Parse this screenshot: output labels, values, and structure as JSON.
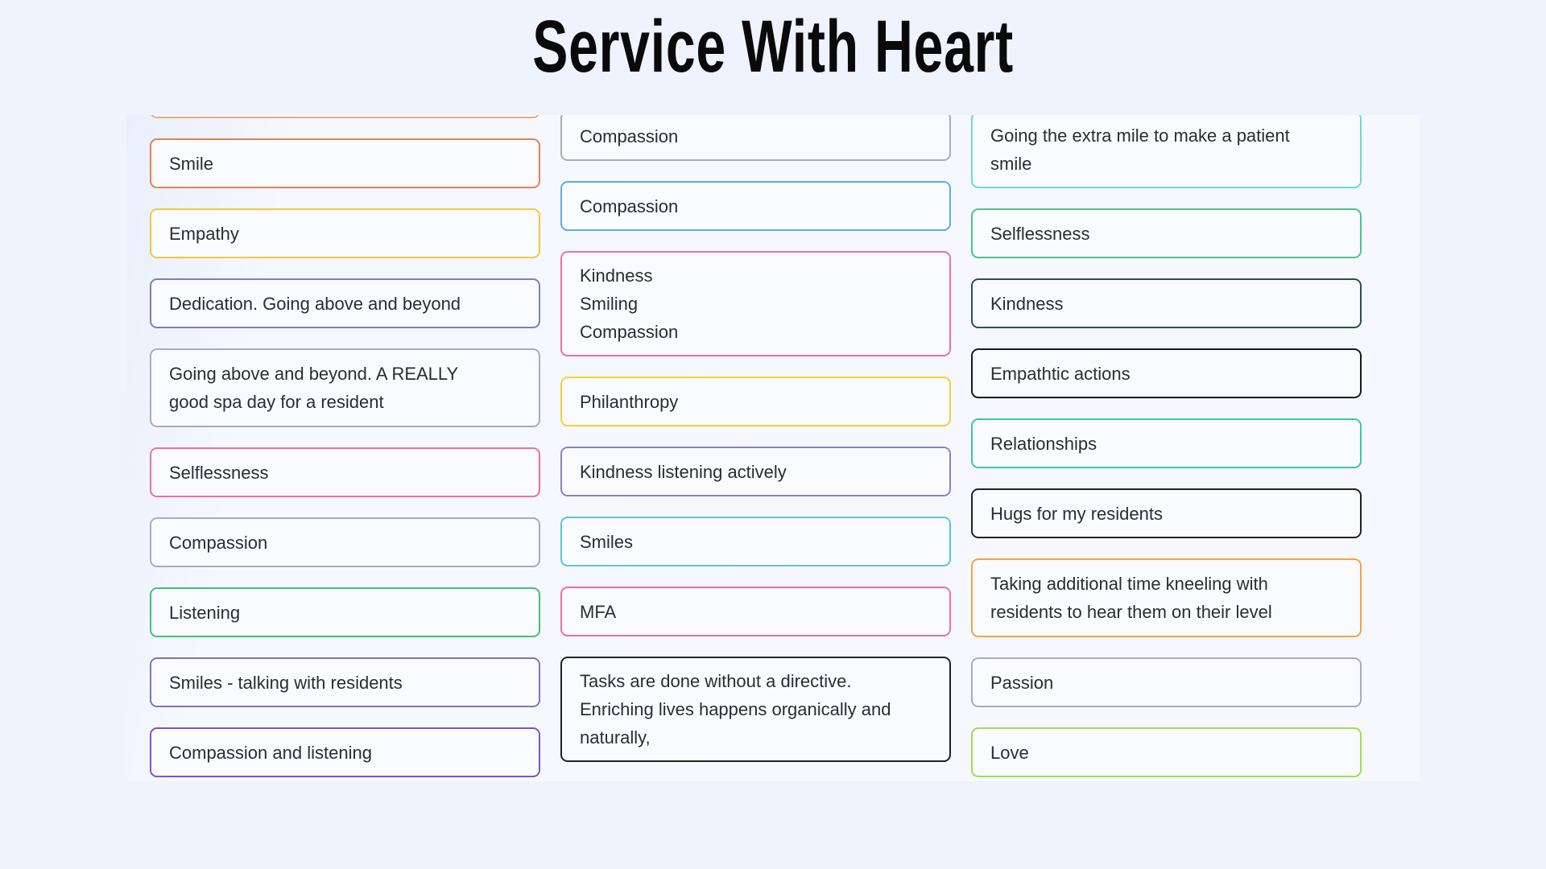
{
  "title": "Service With Heart",
  "columns": [
    [
      {
        "text": "",
        "color": "#f0a878",
        "lines": 1
      },
      {
        "text": "Smile",
        "color": "#e8804f",
        "lines": 1
      },
      {
        "text": "Empathy",
        "color": "#f3c745",
        "lines": 1
      },
      {
        "text": "Dedication. Going above and beyond",
        "color": "#7f7fb6",
        "lines": 1
      },
      {
        "text": "Going above and beyond. A REALLY\ngood spa day for a resident",
        "color": "#a9adb8",
        "lines": 2
      },
      {
        "text": "Selflessness",
        "color": "#ee6fa0",
        "lines": 1
      },
      {
        "text": "Compassion",
        "color": "#a9adb8",
        "lines": 1
      },
      {
        "text": "Listening",
        "color": "#3cc46f",
        "lines": 1
      },
      {
        "text": "Smiles - talking with residents",
        "color": "#8072c0",
        "lines": 1
      },
      {
        "text": "Compassion and listening",
        "color": "#7b55d0",
        "lines": 1
      }
    ],
    [
      {
        "text": "Compassion",
        "color": "#a9adb8",
        "lines": 1
      },
      {
        "text": "Compassion",
        "color": "#5aaee0",
        "lines": 1
      },
      {
        "text": "Kindness\nSmiling\nCompassion",
        "color": "#ee6fa0",
        "lines": 3
      },
      {
        "text": "Philanthropy",
        "color": "#f5cf3a",
        "lines": 1
      },
      {
        "text": "Kindness listening actively",
        "color": "#8a80c0",
        "lines": 1
      },
      {
        "text": "Smiles",
        "color": "#5cc5d8",
        "lines": 1
      },
      {
        "text": "MFA",
        "color": "#ee6fa0",
        "lines": 1
      },
      {
        "text": "Tasks are done without a directive.\nEnriching lives happens organically and\nnaturally,",
        "color": "#222222",
        "lines": 3
      },
      {
        "text": "",
        "color": "#50c8c0",
        "lines": 1
      }
    ],
    [
      {
        "text": "Going the extra mile to make a patient\nsmile",
        "color": "#6dd8d8",
        "lines": 2
      },
      {
        "text": "Selflessness",
        "color": "#4cc48a",
        "lines": 1
      },
      {
        "text": "Kindness",
        "color": "#2f4f4f",
        "lines": 1
      },
      {
        "text": "Empathtic actions",
        "color": "#1a1a1a",
        "lines": 1
      },
      {
        "text": "Relationships",
        "color": "#3cc8a0",
        "lines": 1
      },
      {
        "text": "Hugs for my residents",
        "color": "#222222",
        "lines": 1
      },
      {
        "text": "Taking additional time kneeling with\nresidents to hear them on their level",
        "color": "#f5a340",
        "lines": 2
      },
      {
        "text": "Passion",
        "color": "#a9adb8",
        "lines": 1
      },
      {
        "text": "Love",
        "color": "#9ae050",
        "lines": 1
      }
    ]
  ]
}
